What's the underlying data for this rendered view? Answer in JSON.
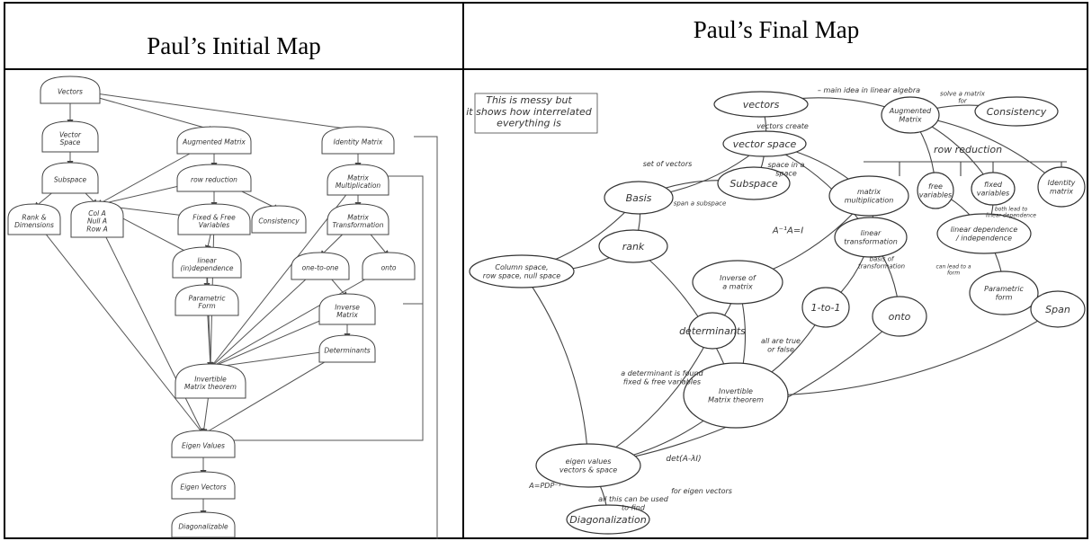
{
  "headers": {
    "initial": "Paul’s Initial Map",
    "final": "Paul’s Final Map"
  },
  "initial_map": {
    "nodes": [
      {
        "id": "vectors",
        "lines": [
          "Vectors"
        ]
      },
      {
        "id": "vector_space",
        "lines": [
          "Vector",
          "Space"
        ]
      },
      {
        "id": "subspace",
        "lines": [
          "Subspace"
        ]
      },
      {
        "id": "rank_dim",
        "lines": [
          "Rank &",
          "Dimensions"
        ]
      },
      {
        "id": "col_null_row",
        "lines": [
          "Col A",
          "Null A",
          "Row A"
        ]
      },
      {
        "id": "augmented",
        "lines": [
          "Augmented Matrix"
        ]
      },
      {
        "id": "row_reduction",
        "lines": [
          "row reduction"
        ]
      },
      {
        "id": "fixed_free",
        "lines": [
          "Fixed & Free",
          "Variables"
        ]
      },
      {
        "id": "consistency",
        "lines": [
          "Consistency"
        ]
      },
      {
        "id": "lin_indep",
        "lines": [
          "linear",
          "(in)dependence"
        ]
      },
      {
        "id": "parametric",
        "lines": [
          "Parametric",
          "Form"
        ]
      },
      {
        "id": "identity",
        "lines": [
          "Identity Matrix"
        ]
      },
      {
        "id": "mat_mult",
        "lines": [
          "Matrix",
          "Multiplication"
        ]
      },
      {
        "id": "mat_trans",
        "lines": [
          "Matrix",
          "Transformation"
        ]
      },
      {
        "id": "one_to_one",
        "lines": [
          "one-to-one"
        ]
      },
      {
        "id": "onto",
        "lines": [
          "onto"
        ]
      },
      {
        "id": "inverse",
        "lines": [
          "Inverse",
          "Matrix"
        ]
      },
      {
        "id": "determinants",
        "lines": [
          "Determinants"
        ]
      },
      {
        "id": "imt",
        "lines": [
          "Invertible",
          "Matrix theorem"
        ]
      },
      {
        "id": "eigenvalues",
        "lines": [
          "Eigen Values"
        ]
      },
      {
        "id": "eigenvectors",
        "lines": [
          "Eigen Vectors"
        ]
      },
      {
        "id": "diagonalizable",
        "lines": [
          "Diagonalizable"
        ]
      }
    ]
  },
  "final_map": {
    "notes": [
      {
        "id": "messy",
        "lines": [
          "This is messy but",
          "it shows how interrelated",
          "everything is"
        ]
      },
      {
        "id": "main_idea",
        "lines": [
          "– main idea in linear algebra"
        ]
      },
      {
        "id": "vectors_create",
        "lines": [
          "vectors create"
        ]
      },
      {
        "id": "set_of_vectors",
        "lines": [
          "set of vectors"
        ]
      },
      {
        "id": "span_subspace",
        "lines": [
          "span a subspace"
        ]
      },
      {
        "id": "space_in_space",
        "lines": [
          "space in a",
          "space"
        ]
      },
      {
        "id": "solve_matrix",
        "lines": [
          "solve a matrix",
          "for"
        ]
      },
      {
        "id": "aa_i",
        "lines": [
          "A⁻¹A=I"
        ]
      },
      {
        "id": "basis_of",
        "lines": [
          "basis of",
          "transformation"
        ]
      },
      {
        "id": "both_lead",
        "lines": [
          "both lead to",
          "linear dependence"
        ]
      },
      {
        "id": "can_lead",
        "lines": [
          "can lead to a",
          "form"
        ]
      },
      {
        "id": "all_are",
        "lines": [
          "all are true",
          "or false"
        ]
      },
      {
        "id": "det_found",
        "lines": [
          "a determinant is found",
          "fixed & free variables"
        ]
      },
      {
        "id": "det_a",
        "lines": [
          "det(A-λI)"
        ]
      },
      {
        "id": "eig_vec",
        "lines": [
          "for eigen vectors"
        ]
      },
      {
        "id": "all_this",
        "lines": [
          "all this can be used",
          "to find"
        ]
      },
      {
        "id": "a_pdp",
        "lines": [
          "A=PDP⁻¹"
        ]
      },
      {
        "id": "row_reduction",
        "lines": [
          "row reduction"
        ]
      }
    ],
    "nodes": [
      {
        "id": "vectors",
        "lines": [
          "vectors"
        ]
      },
      {
        "id": "vector_space",
        "lines": [
          "vector space"
        ]
      },
      {
        "id": "augmented",
        "lines": [
          "Augmented",
          "Matrix"
        ]
      },
      {
        "id": "consistency",
        "lines": [
          "Consistency"
        ]
      },
      {
        "id": "basis",
        "lines": [
          "Basis"
        ]
      },
      {
        "id": "subspace",
        "lines": [
          "Subspace"
        ]
      },
      {
        "id": "mat_mult",
        "lines": [
          "matrix",
          "multiplication"
        ]
      },
      {
        "id": "free_var",
        "lines": [
          "free",
          "variables"
        ]
      },
      {
        "id": "fixed_var",
        "lines": [
          "fixed",
          "variables"
        ]
      },
      {
        "id": "identity",
        "lines": [
          "Identity",
          "matrix"
        ]
      },
      {
        "id": "lin_indep",
        "lines": [
          "linear dependence",
          "/ independence"
        ]
      },
      {
        "id": "rank",
        "lines": [
          "rank"
        ]
      },
      {
        "id": "col_space",
        "lines": [
          "Column space,",
          "row space, null space"
        ]
      },
      {
        "id": "lin_trans",
        "lines": [
          "linear",
          "transformation"
        ]
      },
      {
        "id": "inverse",
        "lines": [
          "Inverse of",
          "a matrix"
        ]
      },
      {
        "id": "one_to_one",
        "lines": [
          "1-to-1"
        ]
      },
      {
        "id": "onto",
        "lines": [
          "onto"
        ]
      },
      {
        "id": "parametric",
        "lines": [
          "Parametric",
          "form"
        ]
      },
      {
        "id": "span",
        "lines": [
          "Span"
        ]
      },
      {
        "id": "determinants",
        "lines": [
          "determinants"
        ]
      },
      {
        "id": "imt",
        "lines": [
          "Invertible",
          "Matrix theorem"
        ]
      },
      {
        "id": "eigen",
        "lines": [
          "eigen values",
          "vectors & space"
        ]
      },
      {
        "id": "diag",
        "lines": [
          "Diagonalization"
        ]
      }
    ]
  }
}
